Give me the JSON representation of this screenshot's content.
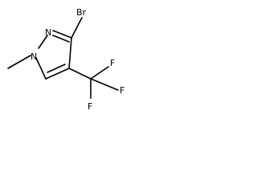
{
  "molecule": {
    "atoms": {
      "n2": "N",
      "n1": "N",
      "br": "Br",
      "f_top": "F",
      "f_right": "F",
      "f_bottom": "F"
    },
    "bond_color": "#000000",
    "label_color": "#000000"
  }
}
